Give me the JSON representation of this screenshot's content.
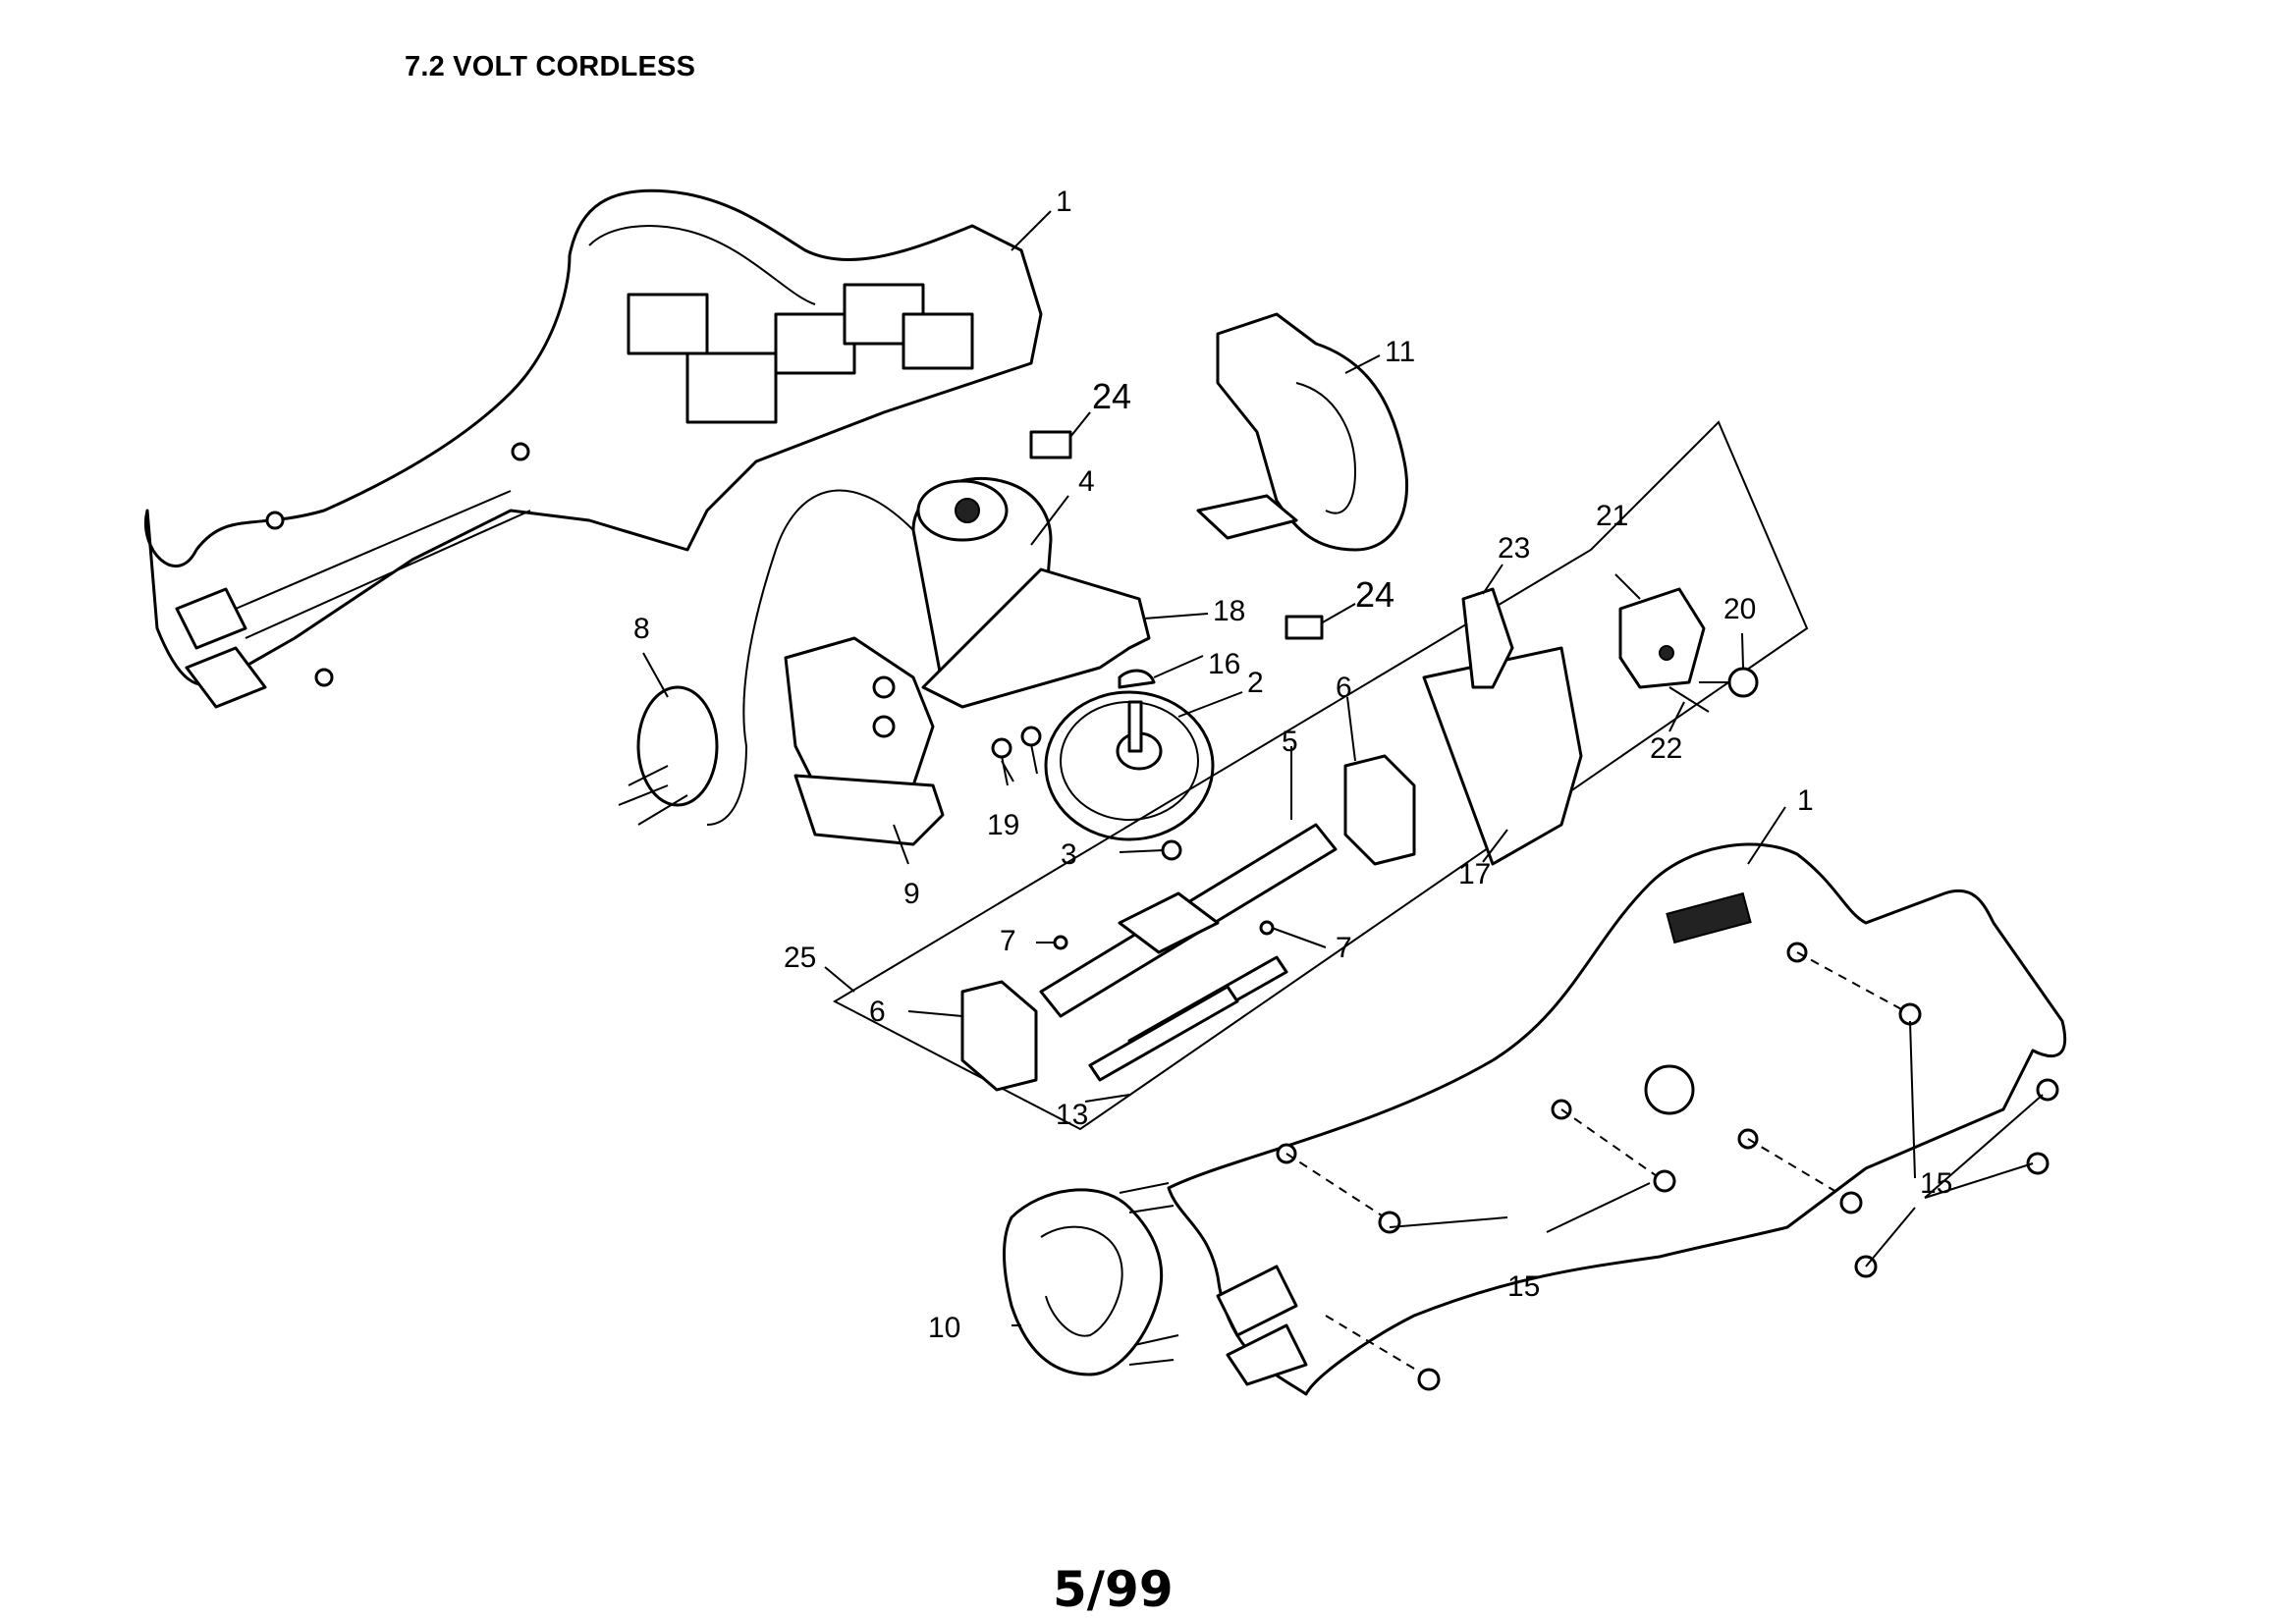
{
  "title": "7.2 VOLT CORDLESS",
  "page_number": "5/99",
  "callouts": {
    "c1a": "1",
    "c1b": "1",
    "c2": "2",
    "c3": "3",
    "c4": "4",
    "c5": "5",
    "c6a": "6",
    "c6b": "6",
    "c7a": "7",
    "c7b": "7",
    "c8": "8",
    "c9": "9",
    "c10": "10",
    "c11": "11",
    "c13": "13",
    "c15a": "15",
    "c15b": "15",
    "c16": "16",
    "c17": "17",
    "c18": "18",
    "c19": "19",
    "c20": "20",
    "c21": "21",
    "c22": "22",
    "c23": "23",
    "c24a": "24",
    "c24b": "24",
    "c25": "25"
  }
}
